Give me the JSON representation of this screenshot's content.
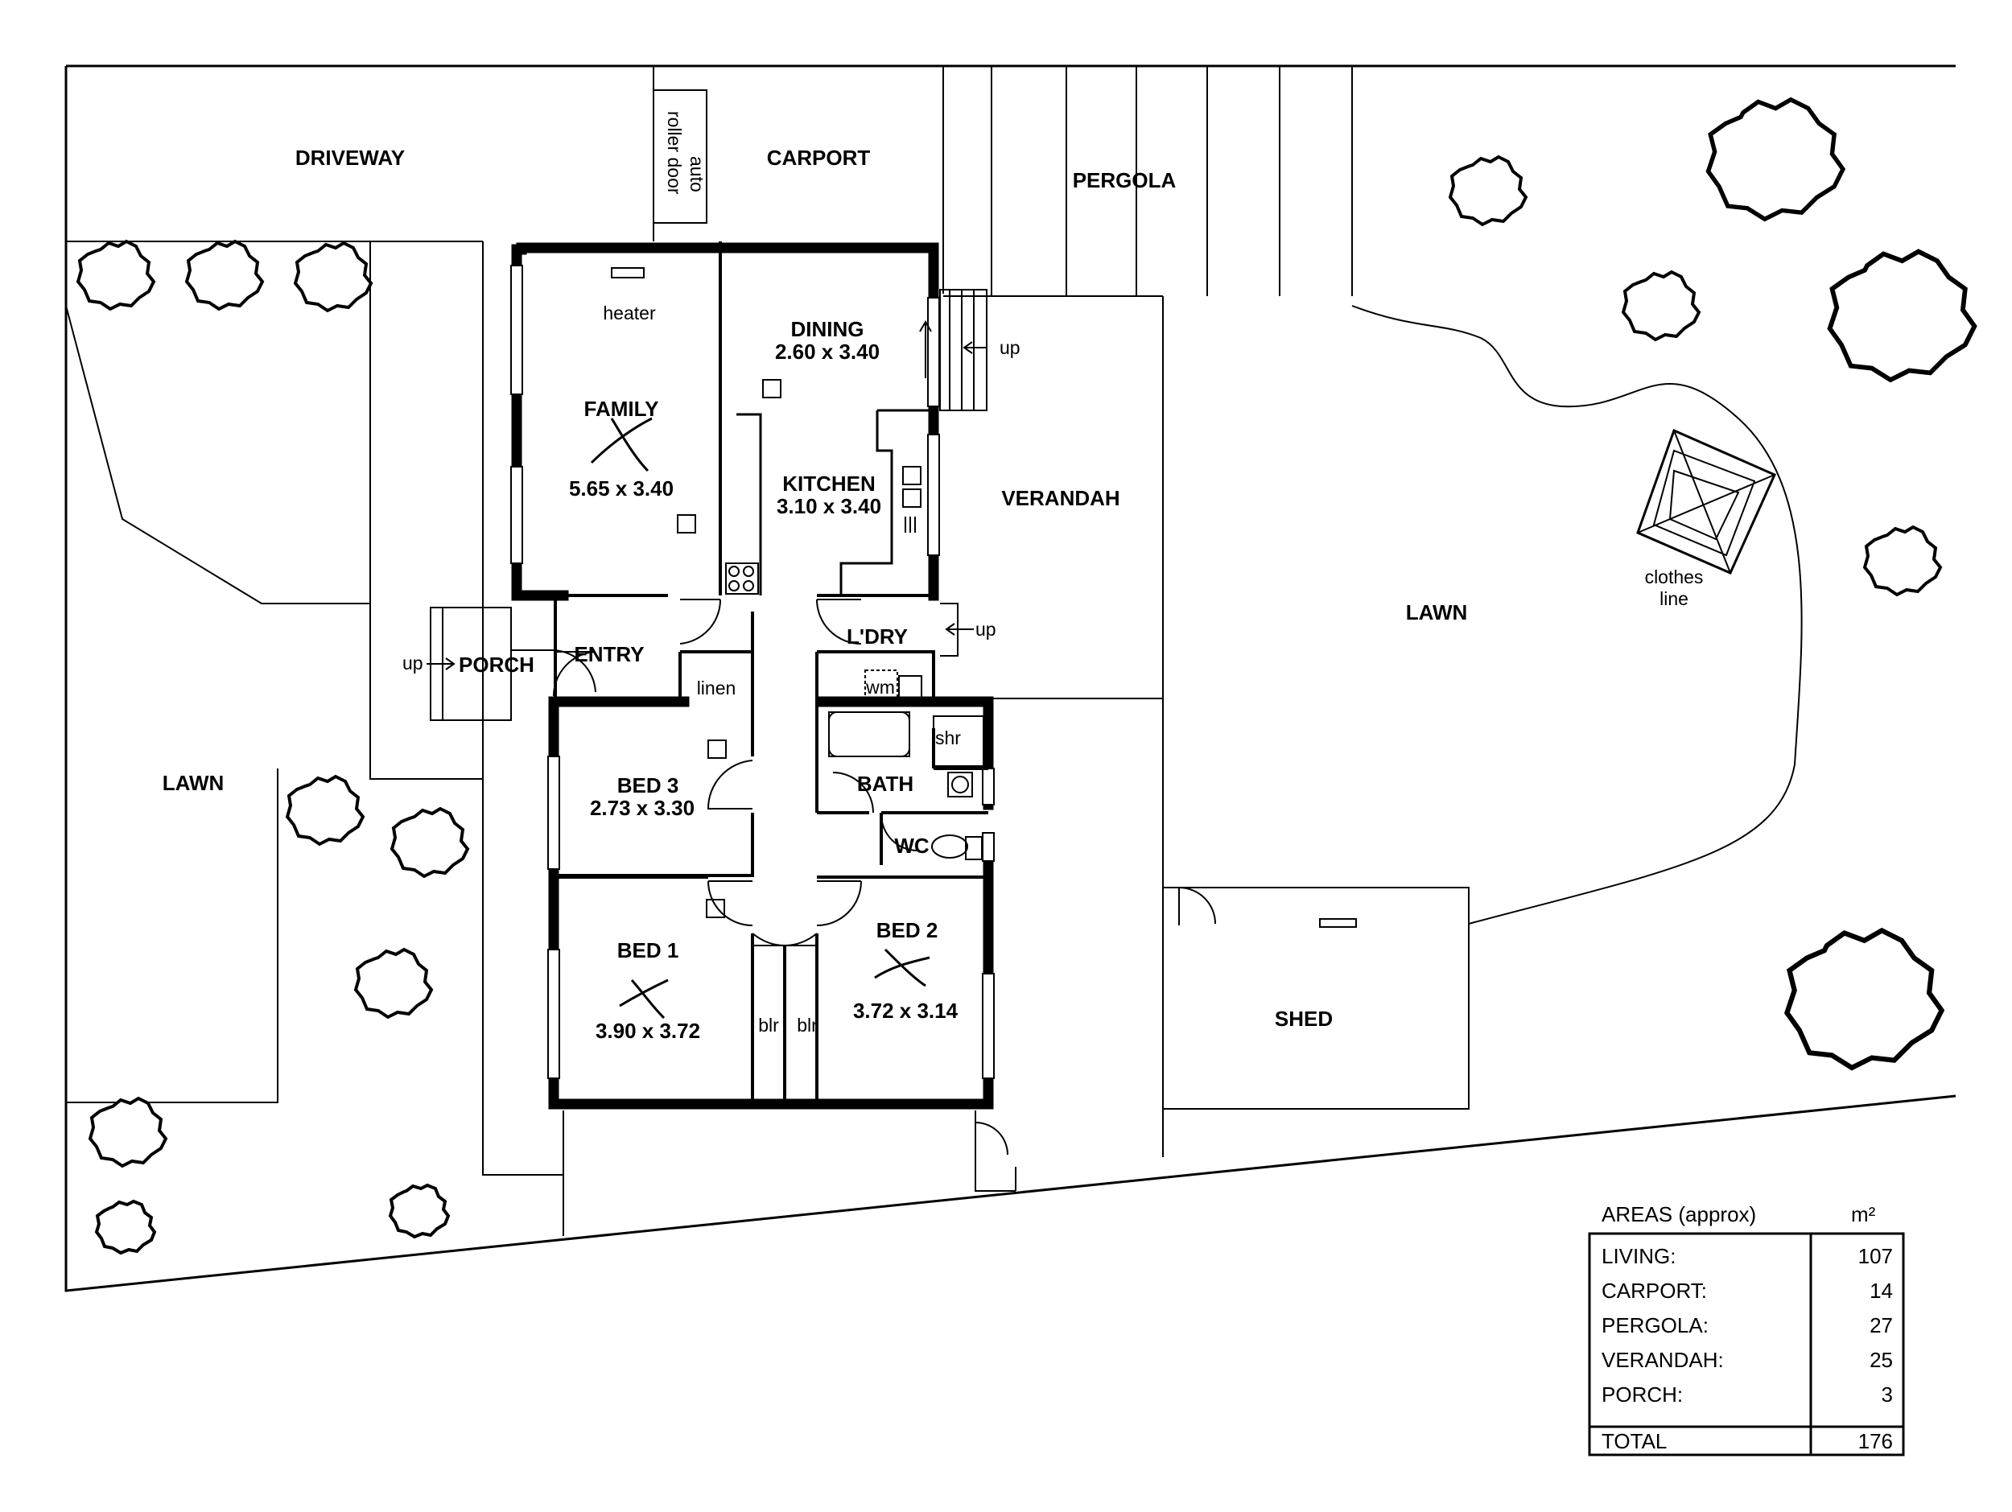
{
  "labels": {
    "driveway": "DRIVEWAY",
    "roller_door": [
      "auto",
      "roller door"
    ],
    "carport": "CARPORT",
    "pergola": "PERGOLA",
    "heater": "heater",
    "dining": "DINING",
    "dining_size": "2.60 x 3.40",
    "family": "FAMILY",
    "family_size": "5.65 x 3.40",
    "kitchen": "KITCHEN",
    "kitchen_size": "3.10 x 3.40",
    "verandah": "VERANDAH",
    "up_kitchen": "up",
    "up_laundry": "up",
    "up_porch": "up",
    "porch": "PORCH",
    "entry": "ENTRY",
    "linen": "linen",
    "laundry": "L'DRY",
    "wm": "wm",
    "shr": "shr",
    "bath": "BATH",
    "wc": "WC",
    "bed3": "BED 3",
    "bed3_size": "2.73 x 3.30",
    "bed1": "BED 1",
    "bed1_size": "3.90 x 3.72",
    "bed2": "BED 2",
    "bed2_size": "3.72 x 3.14",
    "blr1": "blr",
    "blr2": "blr",
    "lawn_left": "LAWN",
    "lawn_right": "LAWN",
    "clothes_line": [
      "clothes",
      "line"
    ],
    "shed": "SHED"
  },
  "areas_table": {
    "title": "AREAS (approx)",
    "unit": "m²",
    "rows": [
      {
        "label": "LIVING:",
        "value": "107"
      },
      {
        "label": "CARPORT:",
        "value": "14"
      },
      {
        "label": "PERGOLA:",
        "value": "27"
      },
      {
        "label": "VERANDAH:",
        "value": "25"
      },
      {
        "label": "PORCH:",
        "value": "3"
      }
    ],
    "total": {
      "label": "TOTAL",
      "value": "176"
    }
  }
}
